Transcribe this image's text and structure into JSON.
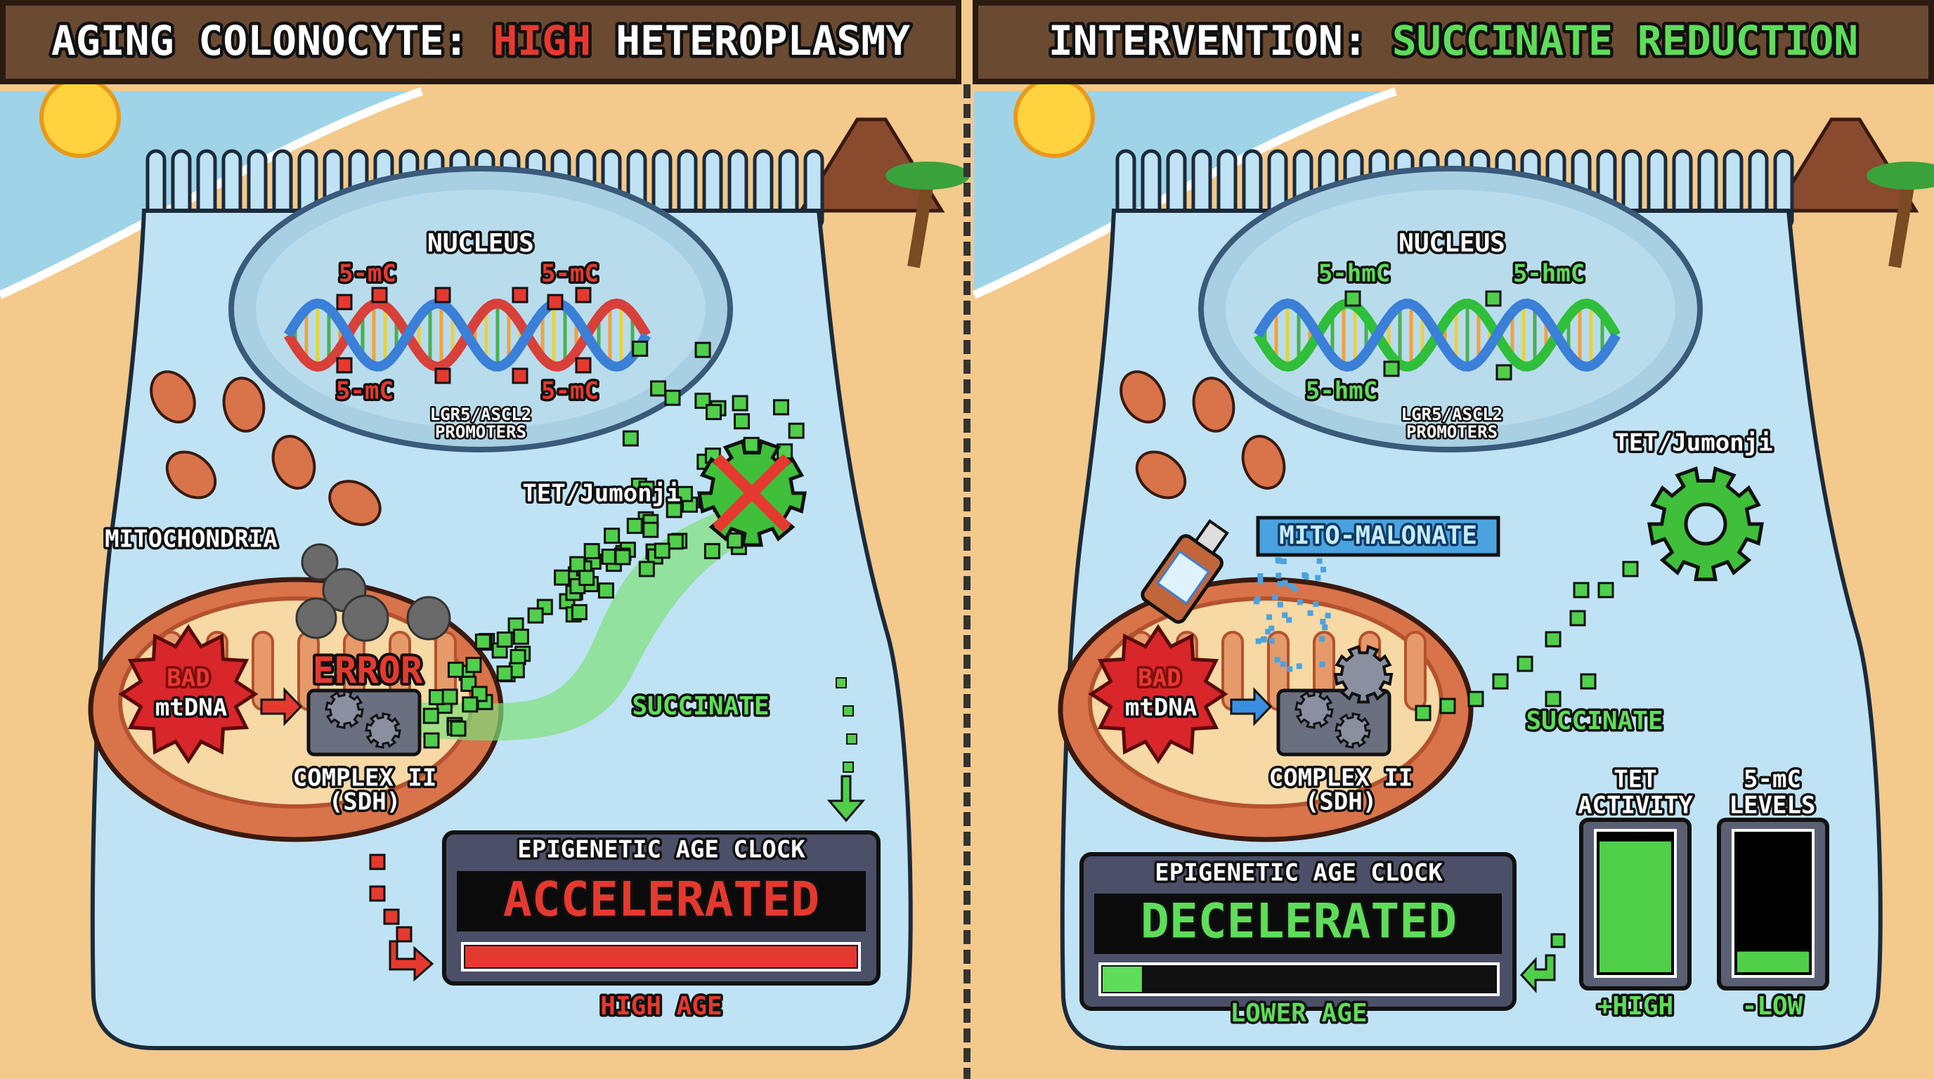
{
  "left": {
    "title_prefix": "AGING COLONOCYTE:",
    "title_highlight": "HIGH",
    "title_suffix": "HETEROPLASMY",
    "nucleus": "NUCLEUS",
    "marks": [
      "5-mC",
      "5-mC",
      "5-mC",
      "5-mC"
    ],
    "promoters": [
      "LGR5/ASCL2",
      "PROMOTERS"
    ],
    "tet": "TET/Jumonji",
    "mitochondria": "MITOCHONDRIA",
    "bad": [
      "BAD",
      "mtDNA"
    ],
    "error": "ERROR",
    "complex": [
      "COMPLEX II",
      "(SDH)"
    ],
    "succinate": "SUCCINATE",
    "clock": {
      "title": "EPIGENETIC AGE CLOCK",
      "status": "ACCELERATED",
      "fill": 1.0,
      "age": "HIGH AGE"
    }
  },
  "right": {
    "title_prefix": "INTERVENTION:",
    "title_highlight": "SUCCINATE REDUCTION",
    "nucleus": "NUCLEUS",
    "marks": [
      "5-hmC",
      "5-hmC",
      "5-hmC"
    ],
    "promoters": [
      "LGR5/ASCL2",
      "PROMOTERS"
    ],
    "tet": "TET/Jumonji",
    "drug": "MITO-MALONATE",
    "bad": [
      "BAD",
      "mtDNA"
    ],
    "complex": [
      "COMPLEX II",
      "(SDH)"
    ],
    "succinate": "SUCCINATE",
    "clock": {
      "title": "EPIGENETIC AGE CLOCK",
      "status": "DECELERATED",
      "fill": 0.1,
      "age": "LOWER AGE"
    },
    "tet_activity": {
      "label": [
        "TET",
        "ACTIVITY"
      ],
      "level": "+HIGH",
      "fill": 0.95
    },
    "mc_levels": {
      "label": [
        "5-mC",
        "LEVELS"
      ],
      "level": "-LOW",
      "fill": 0.15
    }
  },
  "colors": {
    "red": "#e5392f",
    "green": "#5fdc5a",
    "header": "#6b4a32",
    "cell": "#bfe3f5",
    "sand": "#f3c98c",
    "blue": "#4aa3df"
  },
  "icons": [
    "sun-icon",
    "volcano-icon",
    "palm-tree-icon",
    "gear-icon",
    "spray-bottle-icon",
    "arrow-icon"
  ]
}
